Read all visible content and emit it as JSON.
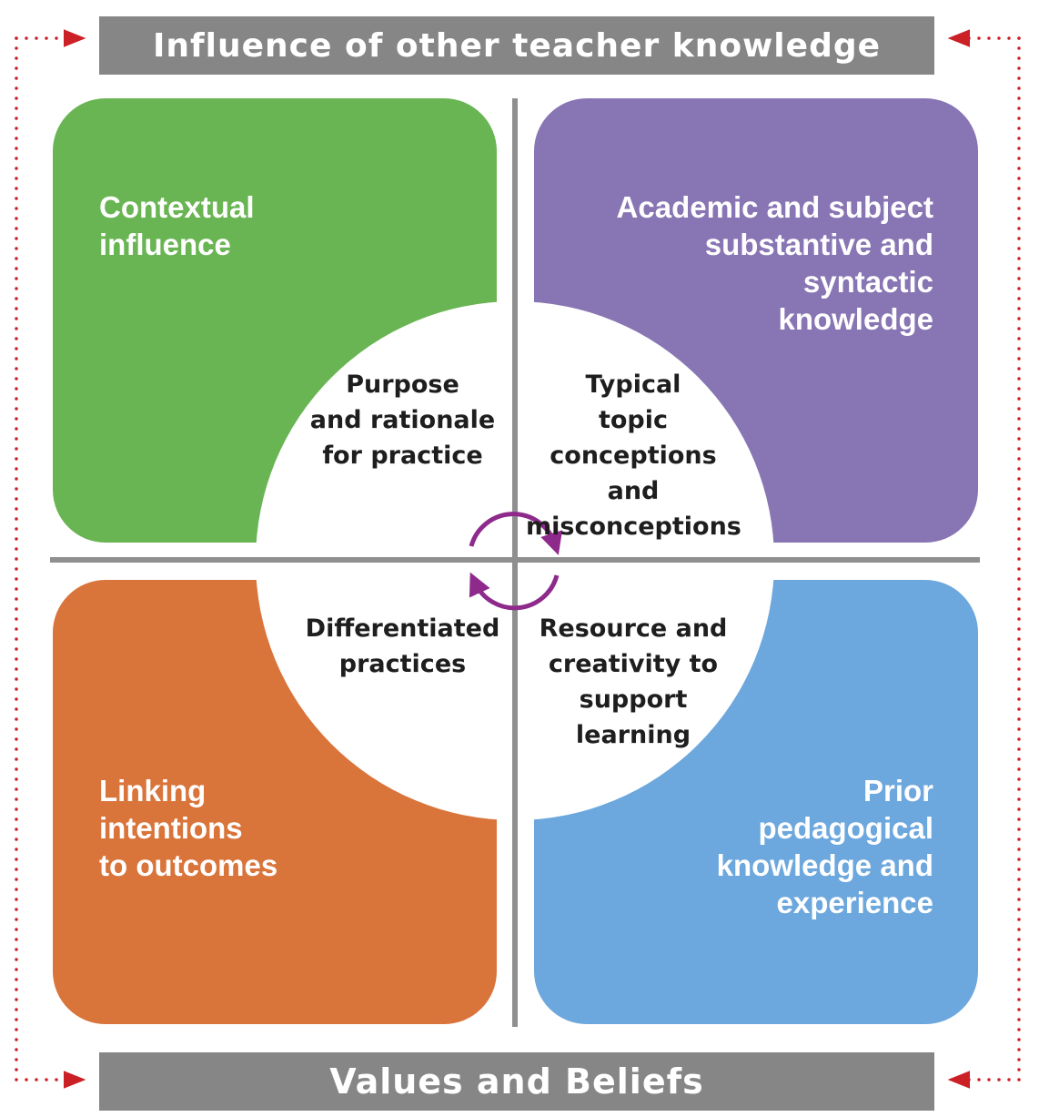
{
  "top_banner": {
    "text": "Influence of other teacher knowledge",
    "color": "#868686"
  },
  "bottom_banner": {
    "text": "Values and Beliefs",
    "color": "#868686"
  },
  "quadrants": {
    "top_left": {
      "label": "Contextual\ninfluence",
      "color": "#6ab553"
    },
    "top_right": {
      "label": "Academic and subject\nsubstantive and\nsyntactic\nknowledge",
      "color": "#8875b3"
    },
    "bottom_left": {
      "label": "Linking\nintentions\nto outcomes",
      "color": "#d9743b"
    },
    "bottom_right": {
      "label": "Prior\npedagogical\nknowledge and\nexperience",
      "color": "#6ca7dd"
    }
  },
  "center": {
    "top_left": "Purpose\nand rationale\nfor practice",
    "top_right": "Typical\ntopic\nconceptions and\nmisconceptions",
    "bottom_left": "Differentiated\npractices",
    "bottom_right": "Resource and\ncreativity to\nsupport\nlearning"
  },
  "colors": {
    "divider": "#8f8f8f",
    "cycle_arrows": "#8e2a8c",
    "dotted_border": "#cc2027"
  }
}
